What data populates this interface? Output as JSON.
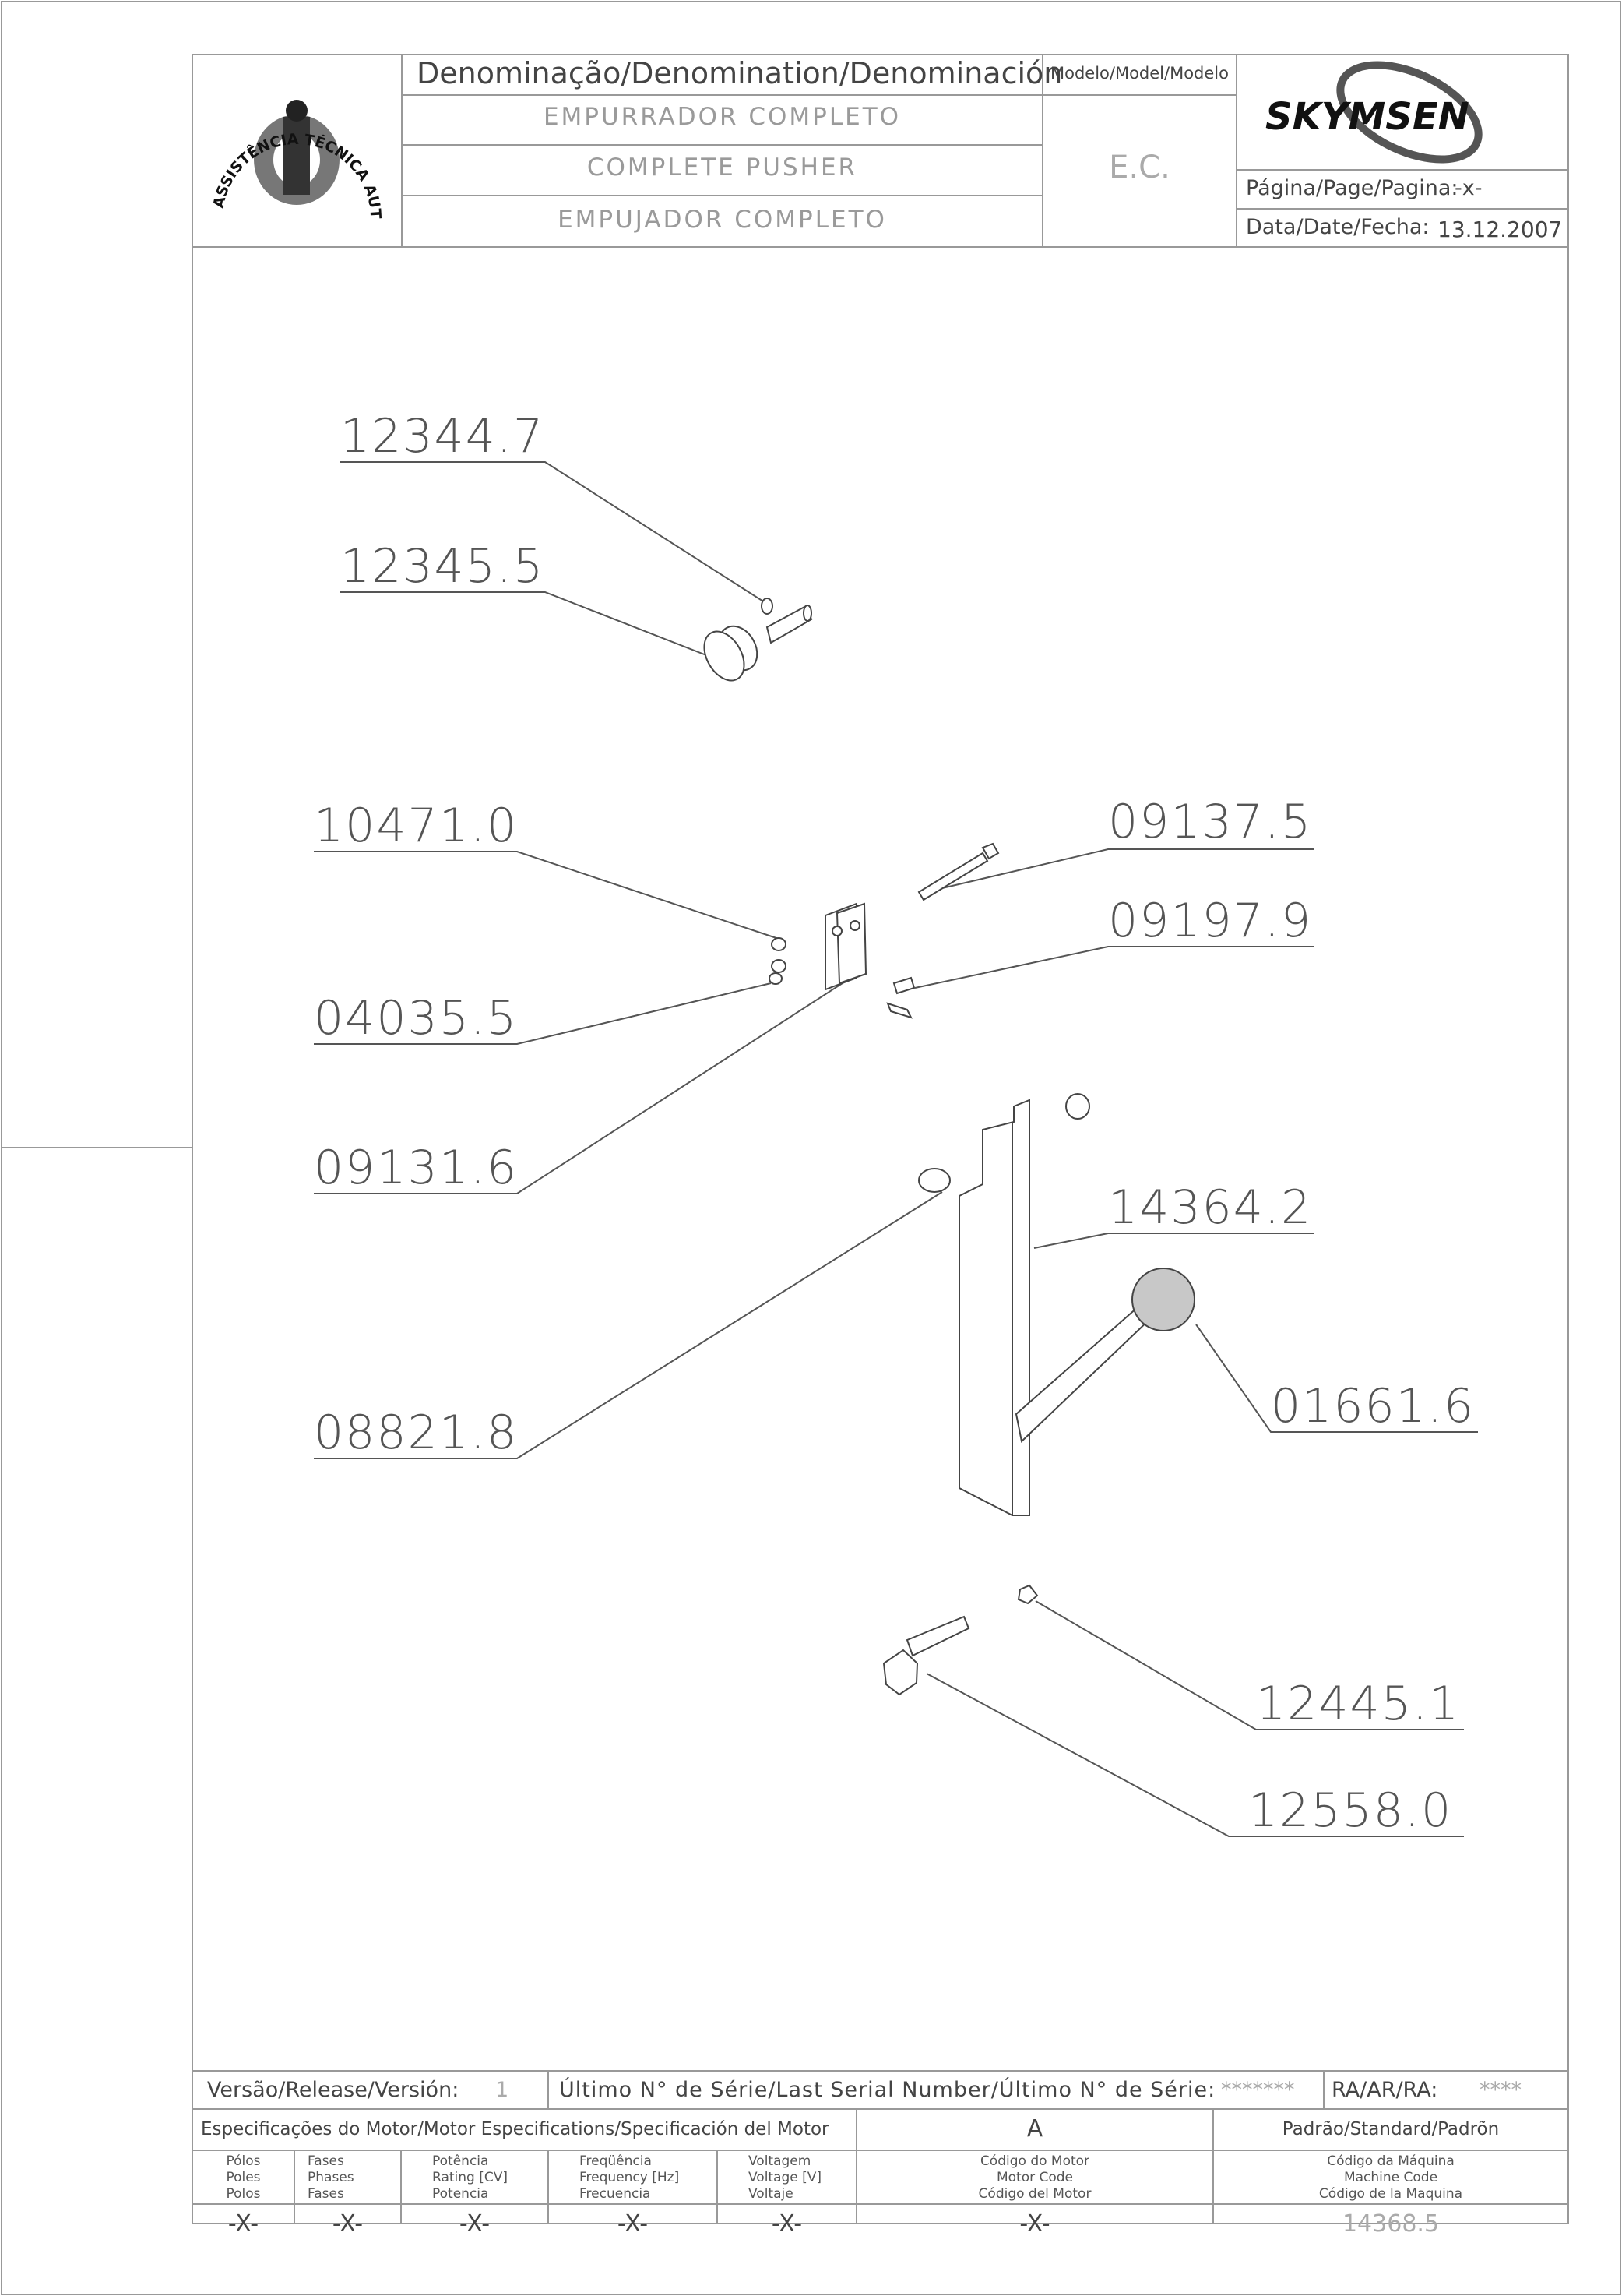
{
  "title_block": {
    "denomination_header": "Denominação/Denomination/Denominación",
    "name_pt": "EMPURRADOR COMPLETO",
    "name_en": "COMPLETE PUSHER",
    "name_es": "EMPUJADOR COMPLETO",
    "model_header": "Modelo/Model/Modelo",
    "model_value": "E.C.",
    "brand": "SKYMSEN",
    "page_label": "Página/Page/Pagina:",
    "page_value": "-x-",
    "date_label": "Data/Date/Fecha:",
    "date_value": "13.12.2007",
    "stamp_text": "ASSISTÊNCIA TÉCNICA AUTORIZADA"
  },
  "parts": [
    {
      "code": "12344.7"
    },
    {
      "code": "12345.5"
    },
    {
      "code": "10471.0"
    },
    {
      "code": "09137.5"
    },
    {
      "code": "09197.9"
    },
    {
      "code": "04035.5"
    },
    {
      "code": "09131.6"
    },
    {
      "code": "14364.2"
    },
    {
      "code": "01661.6"
    },
    {
      "code": "08821.8"
    },
    {
      "code": "12445.1"
    },
    {
      "code": "12558.0"
    }
  ],
  "footer": {
    "release_label": "Versão/Release/Versión:",
    "release_value": "1",
    "serial_label": "Último N° de Série/Last Serial Number/Último N° de Série:",
    "serial_value": "*******",
    "ra_label": "RA/AR/RA:",
    "ra_value": "****",
    "motor_spec_label": "Especificações do Motor/Motor Especifications/Specificación del Motor",
    "motor_spec_value": "A",
    "standard_label": "Padrão/Standard/Padrõn",
    "columns": [
      {
        "header": "Pólos\nPoles\nPolos",
        "value": "-X-"
      },
      {
        "header": "Fases\nPhases\nFases",
        "value": "-X-"
      },
      {
        "header": "Potência\nRating [CV]\nPotencia",
        "value": "-X-"
      },
      {
        "header": "Freqüência\nFrequency [Hz]\nFrecuencia",
        "value": "-X-"
      },
      {
        "header": "Voltagem\nVoltage [V]\nVoltaje",
        "value": "-X-"
      },
      {
        "header": "Código do Motor\nMotor Code\nCódigo del Motor",
        "value": "-X-"
      },
      {
        "header": "Código da Máquina\nMachine Code\nCódigo de la Maquina",
        "value": "14368.5"
      }
    ]
  }
}
